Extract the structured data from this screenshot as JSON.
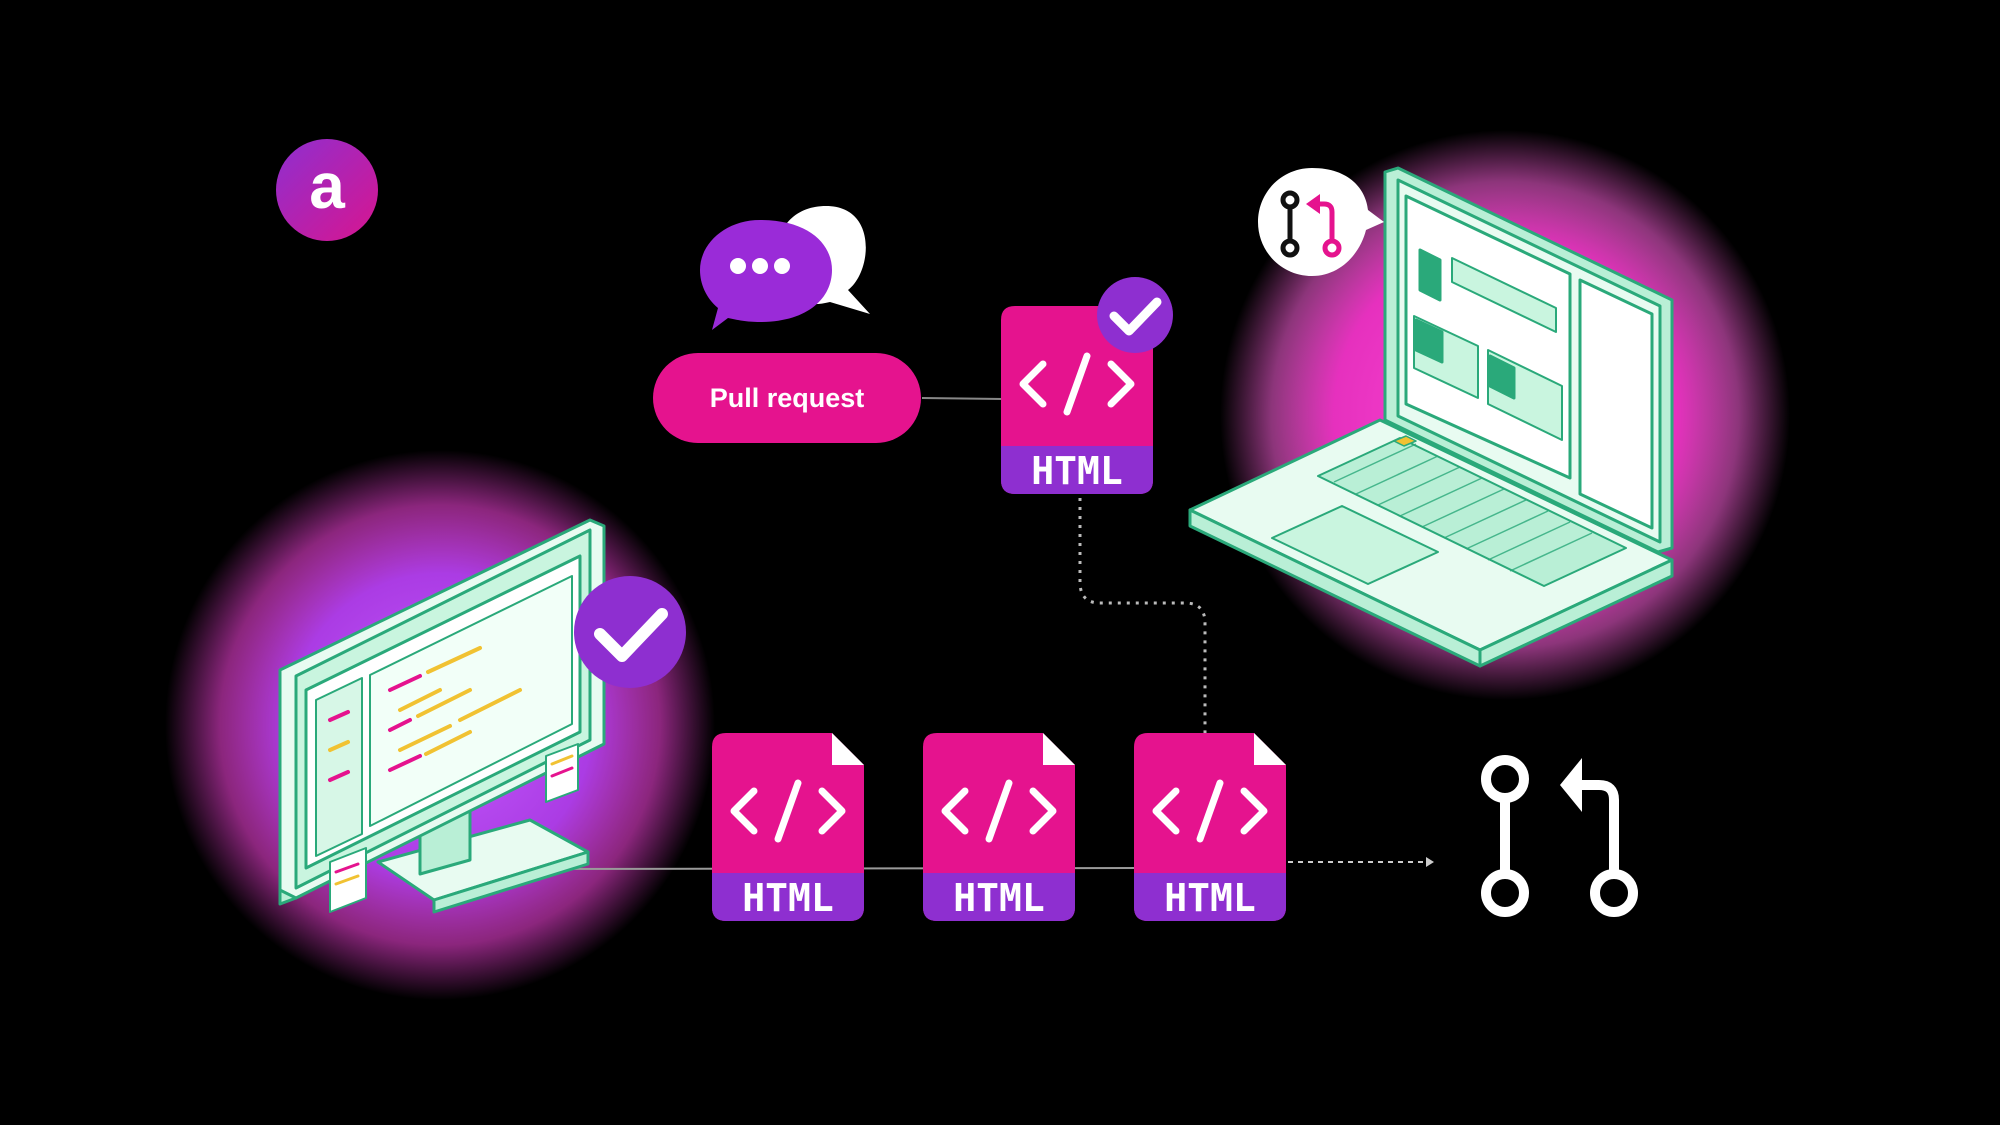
{
  "logo": {
    "letter": "a"
  },
  "pull_request": {
    "label": "Pull request"
  },
  "file_label": "HTML",
  "colors": {
    "background": "#000000",
    "magenta": "#e5138e",
    "purple": "#8e2fd0",
    "mint": "#b9efd6",
    "green": "#2aa97a"
  },
  "icons": [
    "chat-bubbles-icon",
    "checkmark-badge-icon",
    "git-pull-request-icon",
    "html-file-icon",
    "desktop-monitor-icon",
    "laptop-icon"
  ]
}
